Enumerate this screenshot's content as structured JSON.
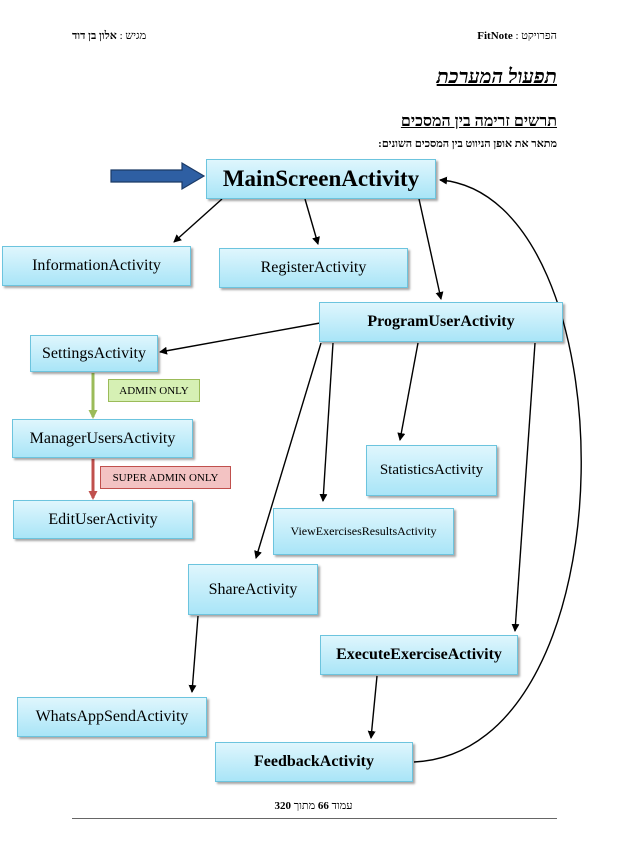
{
  "header": {
    "project_label": "הפרויקט :",
    "project_name": "FitNote",
    "submitter_label": "מגיש :",
    "submitter_name": "אלון בן דוד"
  },
  "section_title": "תפעול המערכת",
  "subsection_title": "תרשים זרימה בין המסכים",
  "description": "מתאר את אופן הניווט בין המסכים השונים:",
  "boxes": {
    "main": "MainScreenActivity",
    "information": "InformationActivity",
    "register": "RegisterActivity",
    "program_user": "ProgramUserActivity",
    "settings": "SettingsActivity",
    "manager_users": "ManagerUsersActivity",
    "edit_user": "EditUserActivity",
    "statistics": "StatisticsActivity",
    "view_results": "ViewExercisesResultsActivity",
    "share": "ShareActivity",
    "execute_exercise": "ExecuteExerciseActivity",
    "whatsapp_send": "WhatsAppSendActivity",
    "feedback": "FeedbackActivity"
  },
  "tags": {
    "admin_only": "ADMIN ONLY",
    "super_admin_only": "SUPER ADMIN ONLY"
  },
  "colors": {
    "entry_arrow": "#2e5fa3",
    "admin_tag_bg": "#d6f0b4",
    "admin_arrow": "#9bbb59",
    "super_admin_tag_bg": "#f3c3c3",
    "super_admin_arrow": "#c0504d"
  },
  "footer": {
    "page_word": "עמוד",
    "page_number": "66",
    "of_word": "מתוך",
    "total_pages": "320"
  }
}
